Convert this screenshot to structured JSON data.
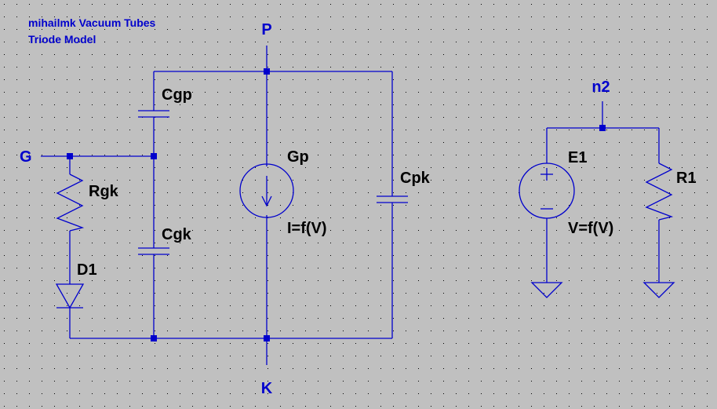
{
  "colors": {
    "background": "#c0c0c0",
    "wire": "#0000cc",
    "grid_dot": "#000000",
    "text": "#000000"
  },
  "header": {
    "line1": "mihailmk Vacuum Tubes",
    "line2": "Triode Model"
  },
  "nets": {
    "plate": "P",
    "grid": "G",
    "cathode": "K",
    "node2": "n2"
  },
  "components": {
    "cgp": "Cgp",
    "cgk": "Cgk",
    "cpk": "Cpk",
    "rgk": "Rgk",
    "d1": "D1",
    "gp": "Gp",
    "gp_expr": "I=f(V)",
    "e1": "E1",
    "e1_expr": "V=f(V)",
    "r1": "R1"
  }
}
